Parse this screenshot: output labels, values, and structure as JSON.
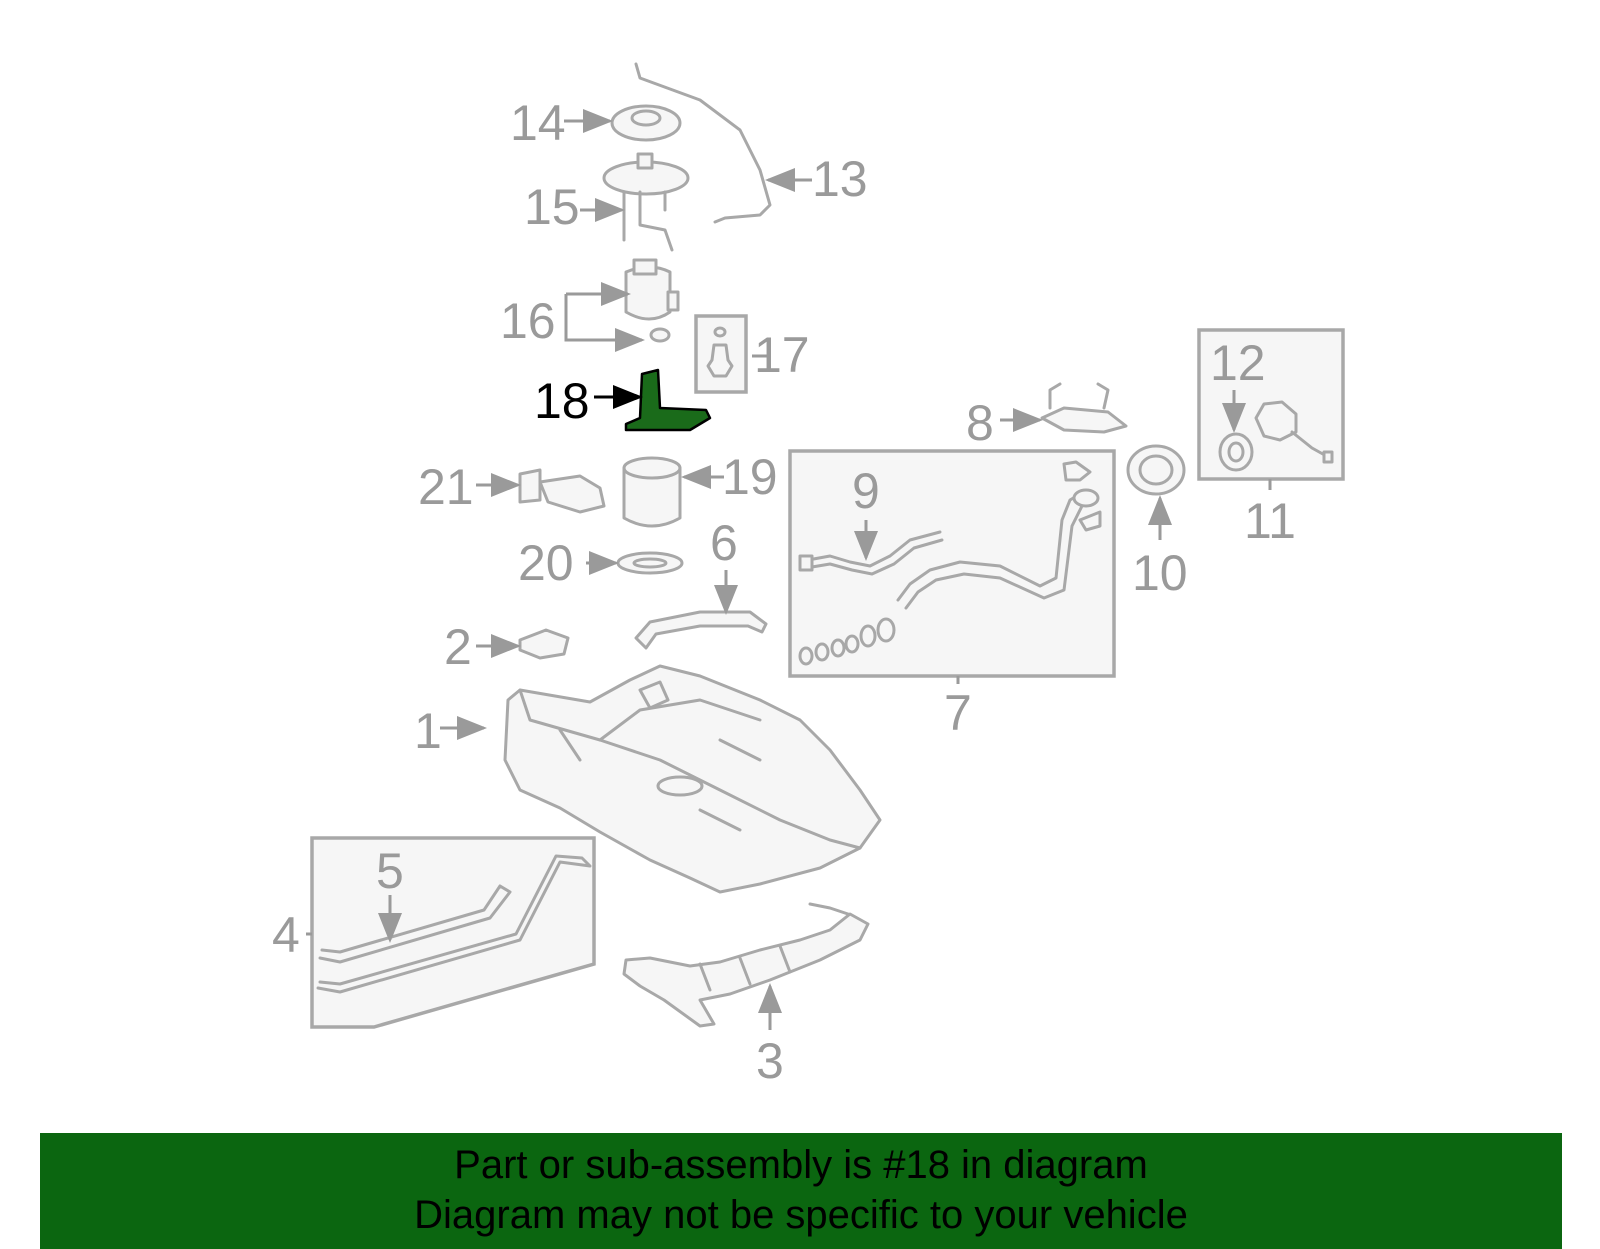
{
  "diagram": {
    "callouts": [
      "1",
      "2",
      "3",
      "4",
      "5",
      "6",
      "7",
      "8",
      "9",
      "10",
      "11",
      "12",
      "13",
      "14",
      "15",
      "16",
      "17",
      "18",
      "19",
      "20",
      "21"
    ],
    "highlighted_part": "18",
    "highlight_color": "#1a6b1a"
  },
  "banner": {
    "line1": "Part or sub-assembly is #18 in diagram",
    "line2": "Diagram may not be specific to your vehicle",
    "background": "#0b6610"
  }
}
